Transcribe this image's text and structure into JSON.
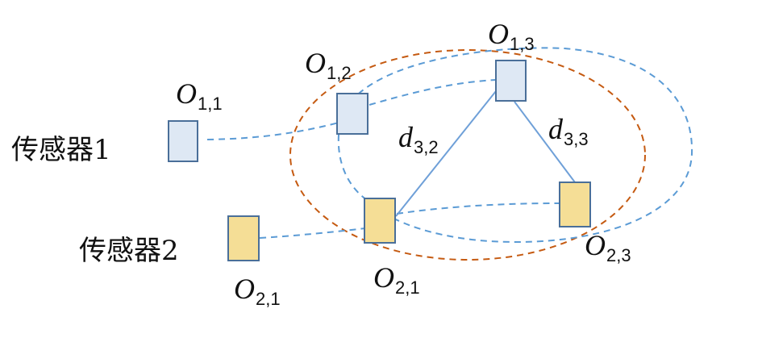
{
  "sensors": [
    {
      "id": "sensor1",
      "label": "传感器1"
    },
    {
      "id": "sensor2",
      "label": "传感器2"
    }
  ],
  "objects": [
    {
      "id": "o11",
      "symbol": "O",
      "sub": "1,1",
      "sensor": 1,
      "fill": "#dee8f4",
      "stroke": "#4a6f99"
    },
    {
      "id": "o12",
      "symbol": "O",
      "sub": "1,2",
      "sensor": 1,
      "fill": "#dee8f4",
      "stroke": "#4a6f99"
    },
    {
      "id": "o13",
      "symbol": "O",
      "sub": "1,3",
      "sensor": 1,
      "fill": "#dee8f4",
      "stroke": "#4a6f99"
    },
    {
      "id": "o21",
      "symbol": "O",
      "sub": "2,1",
      "sensor": 2,
      "fill": "#f5de96",
      "stroke": "#4a6f99"
    },
    {
      "id": "o21b",
      "symbol": "O",
      "sub": "2,1",
      "sensor": 2,
      "fill": "#f5de96",
      "stroke": "#4a6f99"
    },
    {
      "id": "o23",
      "symbol": "O",
      "sub": "2,3",
      "sensor": 2,
      "fill": "#f5de96",
      "stroke": "#4a6f99"
    }
  ],
  "distances": [
    {
      "symbol": "d",
      "sub": "3,2"
    },
    {
      "symbol": "d",
      "sub": "3,3"
    }
  ],
  "colors": {
    "association_dashed": "#5b9bd5",
    "gate_ellipse": "#c55a11",
    "distance_line": "#6fa0d8",
    "text": "#111111"
  }
}
